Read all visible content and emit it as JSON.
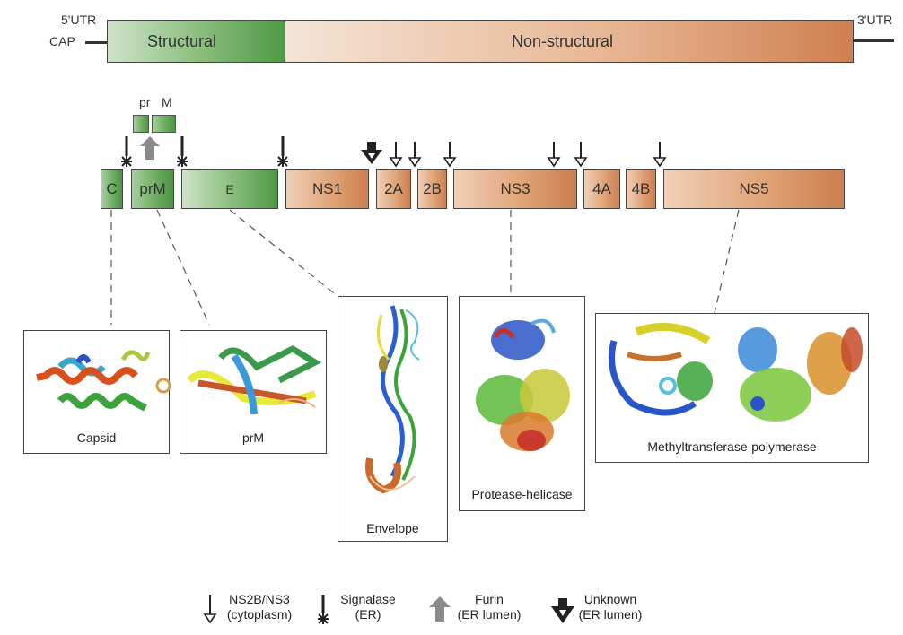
{
  "genome": {
    "utr5_label": "5'UTR",
    "cap_label": "CAP",
    "utr3_label": "3'UTR",
    "structural_label": "Structural",
    "nonstructural_label": "Non-structural"
  },
  "prm_processing": {
    "pr_label": "pr",
    "m_label": "M"
  },
  "proteins": [
    {
      "id": "C",
      "label": "C",
      "group": "structural"
    },
    {
      "id": "prM",
      "label": "prM",
      "group": "structural"
    },
    {
      "id": "E",
      "label": "E",
      "group": "structural"
    },
    {
      "id": "NS1",
      "label": "NS1",
      "group": "non-structural"
    },
    {
      "id": "NS2A",
      "label": "2A",
      "group": "non-structural"
    },
    {
      "id": "NS2B",
      "label": "2B",
      "group": "non-structural"
    },
    {
      "id": "NS3",
      "label": "NS3",
      "group": "non-structural"
    },
    {
      "id": "NS4A",
      "label": "4A",
      "group": "non-structural"
    },
    {
      "id": "NS4B",
      "label": "4B",
      "group": "non-structural"
    },
    {
      "id": "NS5",
      "label": "NS5",
      "group": "non-structural"
    }
  ],
  "cleavage_sites": [
    {
      "between": [
        "C",
        "prM"
      ],
      "type": "signalase"
    },
    {
      "between": [
        "pr",
        "M"
      ],
      "type": "furin"
    },
    {
      "between": [
        "prM",
        "E"
      ],
      "type": "signalase"
    },
    {
      "between": [
        "E",
        "NS1"
      ],
      "type": "signalase"
    },
    {
      "between": [
        "NS1",
        "NS2A"
      ],
      "type": "unknown"
    },
    {
      "within": "NS2A",
      "type": "ns2b_ns3"
    },
    {
      "between": [
        "NS2A",
        "NS2B"
      ],
      "type": "ns2b_ns3"
    },
    {
      "between": [
        "NS2B",
        "NS3"
      ],
      "type": "ns2b_ns3"
    },
    {
      "within": "NS3",
      "type": "ns2b_ns3"
    },
    {
      "between": [
        "NS3",
        "NS4A"
      ],
      "type": "ns2b_ns3"
    },
    {
      "between": [
        "NS4B",
        "NS5"
      ],
      "type": "ns2b_ns3"
    }
  ],
  "structures": [
    {
      "protein": "C",
      "caption": "Capsid"
    },
    {
      "protein": "prM",
      "caption": "prM"
    },
    {
      "protein": "E",
      "caption": "Envelope"
    },
    {
      "protein": "NS3",
      "caption": "Protease-helicase"
    },
    {
      "protein": "NS5",
      "caption": "Methyltransferase-polymerase"
    }
  ],
  "legend": [
    {
      "icon": "ns2b-ns3-arrow-icon",
      "line1": "NS2B/NS3",
      "line2": "(cytoplasm)"
    },
    {
      "icon": "signalase-arrow-icon",
      "line1": "Signalase",
      "line2": "(ER)"
    },
    {
      "icon": "furin-arrow-icon",
      "line1": "Furin",
      "line2": "(ER lumen)"
    },
    {
      "icon": "unknown-arrow-icon",
      "line1": "Unknown",
      "line2": "(ER lumen)"
    }
  ],
  "colors": {
    "structural": "#4f9a45",
    "non_structural": "#cf8051",
    "furin": "#8a8a8a",
    "unknown": "#222222"
  }
}
